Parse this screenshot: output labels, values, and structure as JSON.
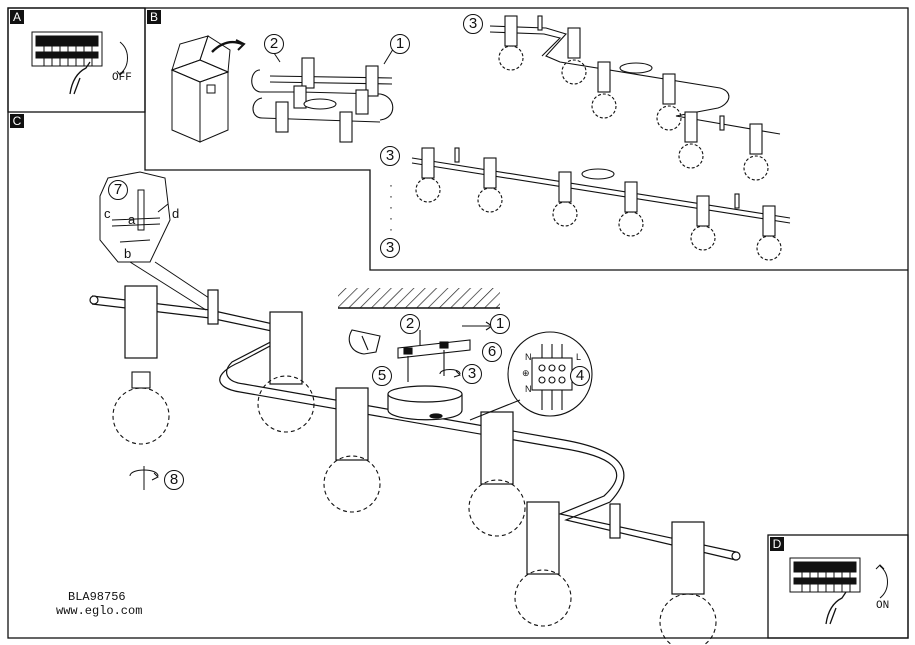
{
  "panels": {
    "a": {
      "letter": "A",
      "switch_label": "OFF"
    },
    "b": {
      "letter": "B",
      "steps": [
        "2",
        "1"
      ]
    },
    "c": {
      "letter": "C"
    },
    "d": {
      "letter": "D",
      "switch_label": "ON"
    }
  },
  "configurations": {
    "step": "3",
    "variant_top": "3",
    "variant_mid": "3",
    "variant_bottom": "3"
  },
  "main": {
    "step_7": "7",
    "detail_letters": {
      "a": "a",
      "b": "b",
      "c": "c",
      "d": "d"
    },
    "step_1": "1",
    "step_2": "2",
    "step_3": "3",
    "step_4": "4",
    "step_5": "5",
    "step_6": "6",
    "step_8": "8",
    "wire_labels": {
      "n_top": "N",
      "earth": "⊕",
      "n_bottom": "N",
      "l": "L"
    }
  },
  "footer": {
    "model": "BLA98756",
    "website": "www.eglo.com"
  },
  "colors": {
    "line": "#111111",
    "hatch": "#222222",
    "background": "#ffffff"
  }
}
